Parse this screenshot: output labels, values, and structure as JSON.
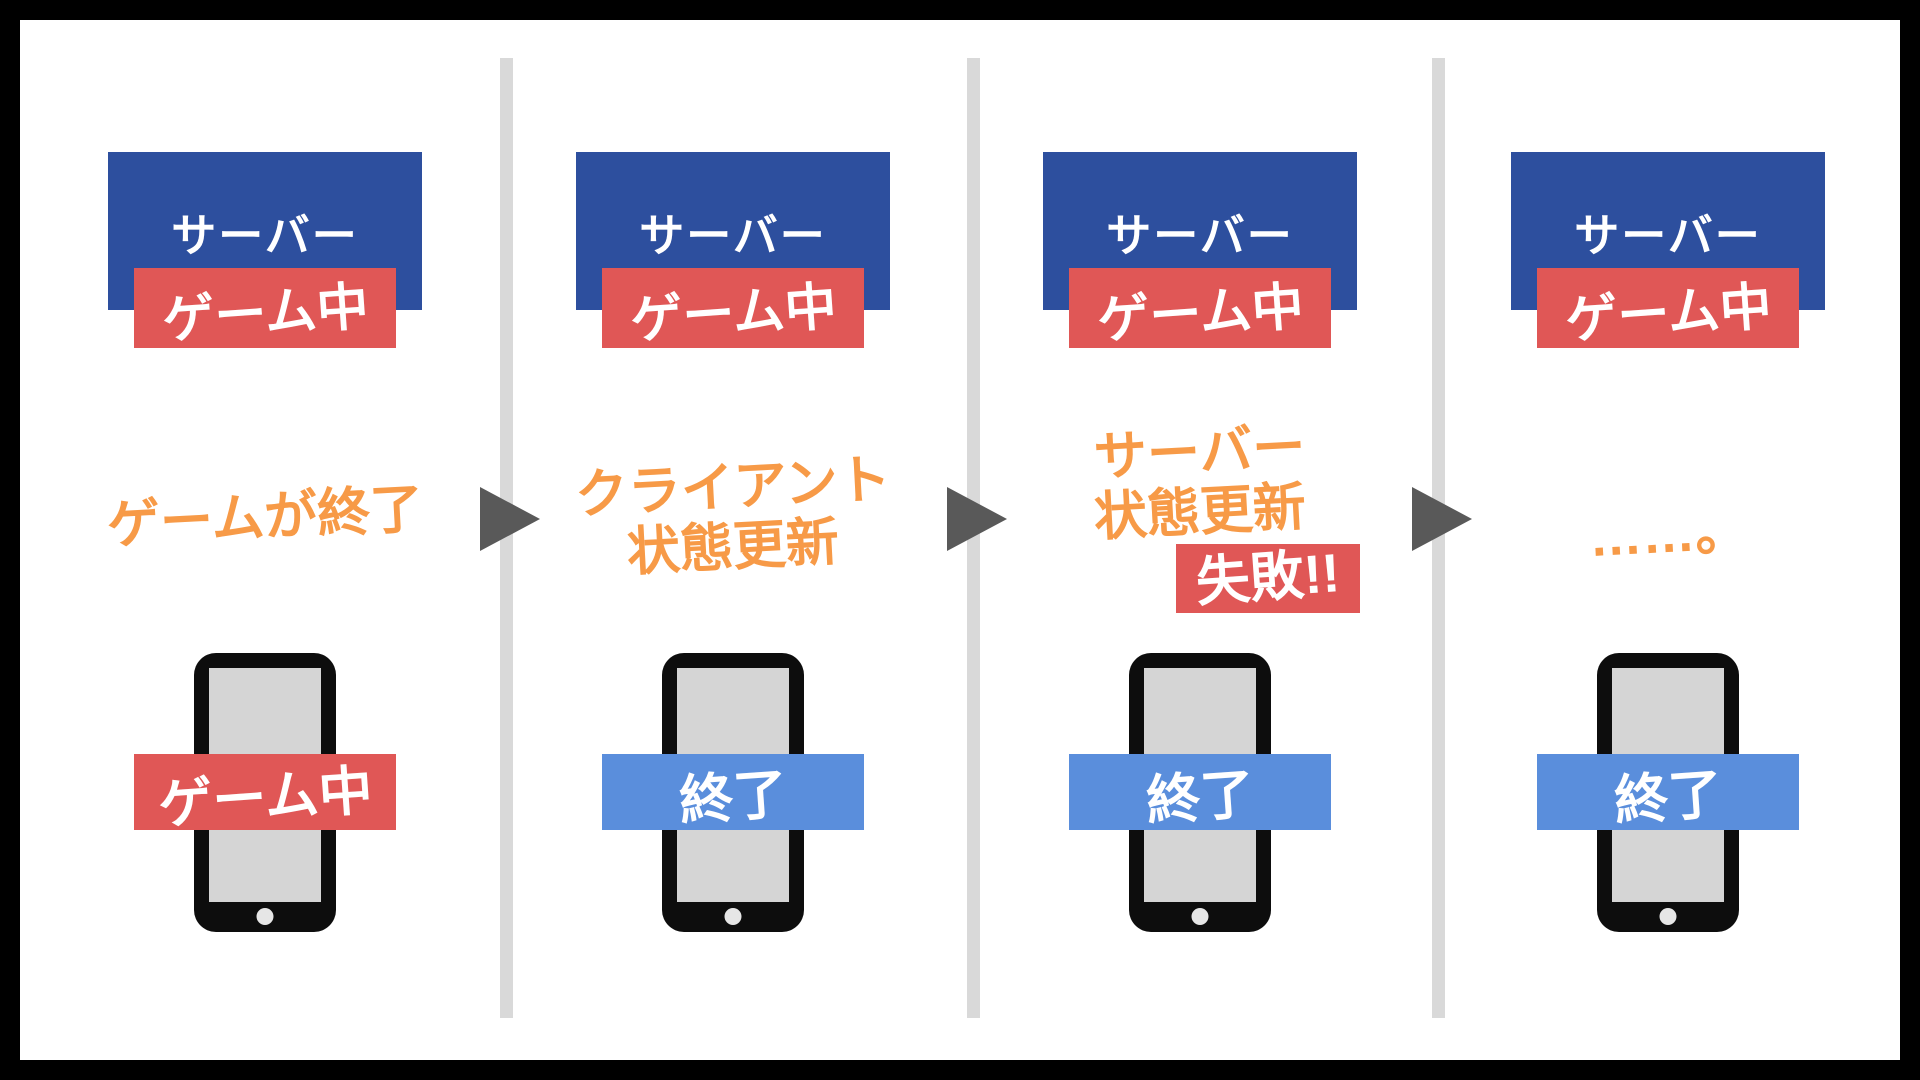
{
  "colors": {
    "server-box": "#2d4f9e",
    "alert-red": "#e05756",
    "client-blue": "#5a8edc",
    "accent-orange": "#f79a47",
    "arrow-gray": "#595959",
    "divider-gray": "#d9d9d9"
  },
  "panels": [
    {
      "server": {
        "name": "サーバー",
        "status": "ゲーム中"
      },
      "transition": {
        "lines": [
          "ゲームが終了"
        ]
      },
      "client": {
        "status": "ゲーム中"
      }
    },
    {
      "server": {
        "name": "サーバー",
        "status": "ゲーム中"
      },
      "transition": {
        "lines": [
          "クライアント",
          "状態更新"
        ]
      },
      "client": {
        "status": "終了"
      }
    },
    {
      "server": {
        "name": "サーバー",
        "status": "ゲーム中"
      },
      "transition": {
        "lines": [
          "サーバー",
          "状態更新"
        ],
        "fail_badge": "失敗!!"
      },
      "client": {
        "status": "終了"
      }
    },
    {
      "server": {
        "name": "サーバー",
        "status": "ゲーム中"
      },
      "transition": {
        "lines": [
          "……。"
        ]
      },
      "client": {
        "status": "終了"
      }
    }
  ]
}
